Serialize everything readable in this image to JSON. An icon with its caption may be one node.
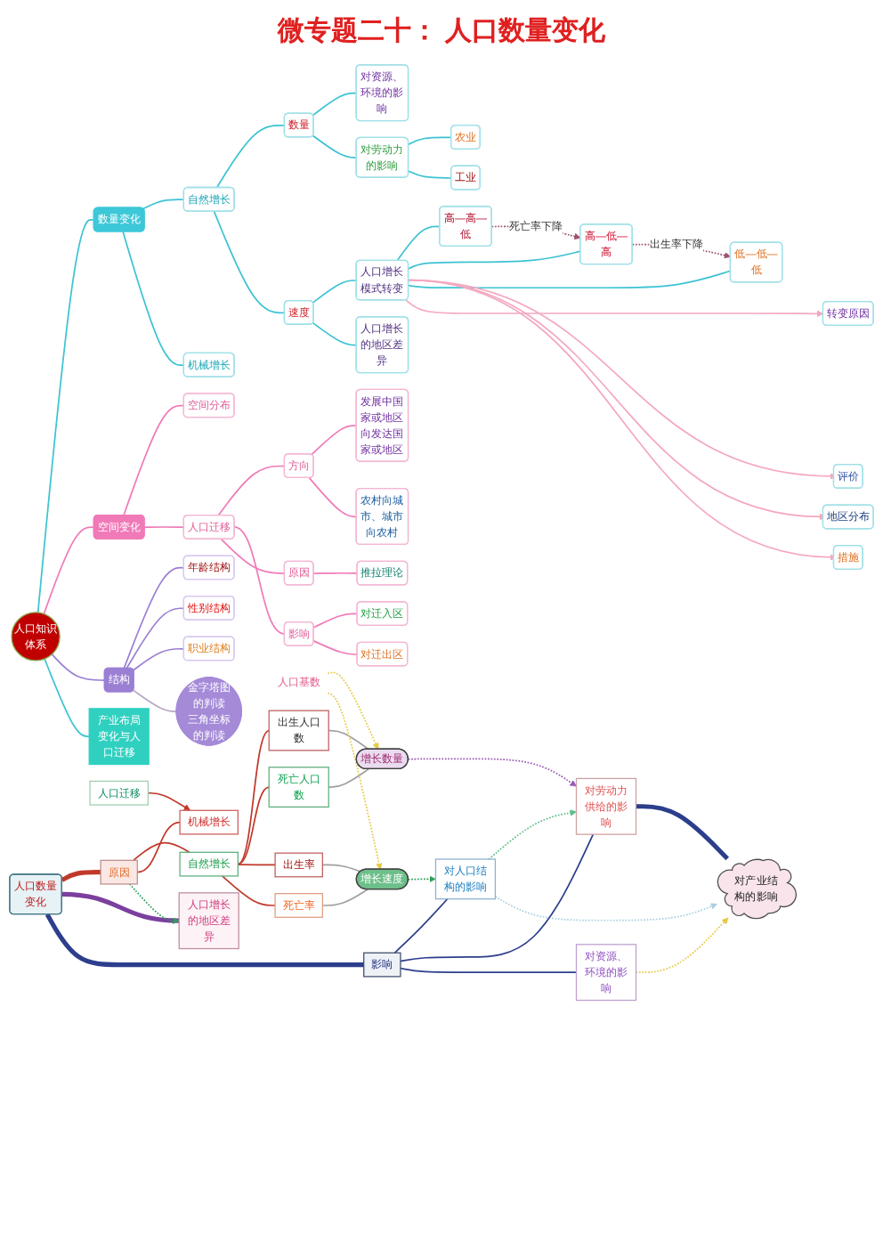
{
  "diagram": {
    "title": "微专题二十： 人口数量变化",
    "nodes": [
      {
        "text": [
          "人口知识体系"
        ]
      },
      {
        "text": [
          "数量变化"
        ]
      },
      {
        "text": [
          "自然增长"
        ]
      },
      {
        "text": [
          "数量"
        ]
      },
      {
        "text": [
          "对资源、环境的影响"
        ]
      },
      {
        "text": [
          "对劳动力的影响"
        ]
      },
      {
        "text": [
          "农业"
        ]
      },
      {
        "text": [
          "工业"
        ]
      },
      {
        "text": [
          "速度"
        ]
      },
      {
        "text": [
          "人口增长模式转变"
        ]
      },
      {
        "text": [
          "高—高—低"
        ]
      },
      {
        "text": [
          "高—低—高"
        ]
      },
      {
        "text": [
          "低—低—低"
        ]
      },
      {
        "text": [
          "转变原因"
        ]
      },
      {
        "text": [
          "评价"
        ]
      },
      {
        "text": [
          "地区分布"
        ]
      },
      {
        "text": [
          "措施"
        ]
      },
      {
        "text": [
          "人口增长的地区差异"
        ]
      },
      {
        "text": [
          "机械增长"
        ]
      },
      {
        "text": [
          "空间变化"
        ]
      },
      {
        "text": [
          "空间分布"
        ]
      },
      {
        "text": [
          "人口迁移"
        ]
      },
      {
        "text": [
          "方向"
        ]
      },
      {
        "text": [
          "发展中国家或地区向发达国家或地区"
        ]
      },
      {
        "text": [
          "农村向城市、城市向农村"
        ]
      },
      {
        "text": [
          "原因"
        ]
      },
      {
        "text": [
          "推拉理论"
        ]
      },
      {
        "text": [
          "影响"
        ]
      },
      {
        "text": [
          "对迁入区"
        ]
      },
      {
        "text": [
          "对迁出区"
        ]
      },
      {
        "text": [
          "结构"
        ]
      },
      {
        "text": [
          "年龄结构"
        ]
      },
      {
        "text": [
          "性别结构"
        ]
      },
      {
        "text": [
          "职业结构"
        ]
      },
      {
        "text": [
          "金字塔图的判读",
          "三角坐标的判读"
        ]
      },
      {
        "text": [
          "产业布局变化与人口迁移"
        ]
      },
      {
        "text": [
          "人口增长的地区差异"
        ]
      },
      {
        "text": [
          "人口数量变化"
        ]
      },
      {
        "text": [
          "原因"
        ]
      },
      {
        "text": [
          "自然增长"
        ]
      },
      {
        "text": [
          "出生人口数"
        ]
      },
      {
        "text": [
          "死亡人口数"
        ]
      },
      {
        "text": [
          "出生率"
        ]
      },
      {
        "text": [
          "死亡率"
        ]
      },
      {
        "text": [
          "增长数量"
        ]
      },
      {
        "text": [
          "增长速度"
        ]
      },
      {
        "text": [
          "人口基数"
        ]
      },
      {
        "text": [
          "机械增长"
        ]
      },
      {
        "text": [
          "人口迁移"
        ]
      },
      {
        "text": [
          "影响"
        ]
      },
      {
        "text": [
          "对人口结构的影响"
        ]
      },
      {
        "text": [
          "对劳动力供给的影响"
        ]
      },
      {
        "text": [
          "对产业结构的影响"
        ]
      },
      {
        "text": [
          "对资源、环境的影响"
        ]
      }
    ],
    "edges": [
      {
        "from": 0,
        "to": 1,
        "arrow": "none"
      },
      {
        "from": 1,
        "to": 2,
        "arrow": "none"
      },
      {
        "from": 2,
        "to": 3,
        "arrow": "none"
      },
      {
        "from": 3,
        "to": 4,
        "arrow": "none"
      },
      {
        "from": 3,
        "to": 5,
        "arrow": "none"
      },
      {
        "from": 5,
        "to": 6,
        "arrow": "none"
      },
      {
        "from": 5,
        "to": 7,
        "arrow": "none"
      },
      {
        "from": 2,
        "to": 8,
        "arrow": "none"
      },
      {
        "from": 8,
        "to": 9,
        "arrow": "none"
      },
      {
        "from": 9,
        "to": 10,
        "arrow": "none"
      },
      {
        "from": 9,
        "to": 11,
        "arrow": "none"
      },
      {
        "from": 9,
        "to": 12,
        "arrow": "none"
      },
      {
        "from": 10,
        "to": 11,
        "arrow": "to",
        "label": "死亡率下降",
        "style": "dashed",
        "color": "#a05070"
      },
      {
        "from": 11,
        "to": 12,
        "arrow": "to",
        "label": "出生率下降",
        "style": "dashed",
        "color": "#a05070"
      },
      {
        "from": 9,
        "to": 13,
        "arrow": "to",
        "color": "#f4a8c0"
      },
      {
        "from": 9,
        "to": 14,
        "arrow": "to",
        "color": "#f4a8c0"
      },
      {
        "from": 9,
        "to": 15,
        "arrow": "to",
        "color": "#f4a8c0"
      },
      {
        "from": 9,
        "to": 16,
        "arrow": "to",
        "color": "#f4a8c0"
      },
      {
        "from": 8,
        "to": 17,
        "arrow": "none"
      },
      {
        "from": 1,
        "to": 18,
        "arrow": "none"
      },
      {
        "from": 0,
        "to": 19,
        "arrow": "none",
        "color": "#f07ab8"
      },
      {
        "from": 19,
        "to": 20,
        "arrow": "none",
        "color": "#f07ab8"
      },
      {
        "from": 19,
        "to": 21,
        "arrow": "none",
        "color": "#f07ab8"
      },
      {
        "from": 21,
        "to": 22,
        "arrow": "none",
        "color": "#f07ab8"
      },
      {
        "from": 22,
        "to": 23,
        "arrow": "none",
        "color": "#f07ab8"
      },
      {
        "from": 22,
        "to": 24,
        "arrow": "none",
        "color": "#f07ab8"
      },
      {
        "from": 21,
        "to": 25,
        "arrow": "none",
        "color": "#f07ab8"
      },
      {
        "from": 25,
        "to": 26,
        "arrow": "none",
        "color": "#f07ab8"
      },
      {
        "from": 21,
        "to": 27,
        "arrow": "none",
        "color": "#f07ab8"
      },
      {
        "from": 27,
        "to": 28,
        "arrow": "none",
        "color": "#f07ab8"
      },
      {
        "from": 27,
        "to": 29,
        "arrow": "none",
        "color": "#f07ab8"
      },
      {
        "from": 0,
        "to": 30,
        "arrow": "none",
        "color": "#9b7fd4"
      },
      {
        "from": 30,
        "to": 31,
        "arrow": "none",
        "color": "#9b7fd4"
      },
      {
        "from": 30,
        "to": 32,
        "arrow": "none",
        "color": "#9b7fd4"
      },
      {
        "from": 30,
        "to": 33,
        "arrow": "none",
        "color": "#9b7fd4"
      },
      {
        "from": 30,
        "to": 34,
        "arrow": "none",
        "color": "#b8a8c8"
      },
      {
        "from": 0,
        "to": 35,
        "arrow": "none"
      },
      {
        "from": 37,
        "to": 36,
        "arrow": "none",
        "style": "thick",
        "color": "#7b3f9e"
      },
      {
        "from": 37,
        "to": 38,
        "arrow": "none",
        "style": "thick",
        "color": "#c0392b"
      },
      {
        "from": 37,
        "to": 49,
        "arrow": "none",
        "style": "thick",
        "color": "#2c3e8c"
      },
      {
        "from": 38,
        "to": 39,
        "arrow": "none",
        "color": "#c0392b"
      },
      {
        "from": 39,
        "to": 40,
        "arrow": "none",
        "color": "#c0392b"
      },
      {
        "from": 39,
        "to": 41,
        "arrow": "none",
        "color": "#c0392b"
      },
      {
        "from": 39,
        "to": 42,
        "arrow": "none",
        "color": "#c0392b"
      },
      {
        "from": 39,
        "to": 43,
        "arrow": "none",
        "color": "#c0392b"
      },
      {
        "from": 38,
        "to": 47,
        "arrow": "none",
        "color": "#c0392b"
      },
      {
        "from": 48,
        "to": 47,
        "arrow": "to",
        "color": "#c0392b"
      },
      {
        "from": 40,
        "to": 44,
        "arrow": "none",
        "color": "#a0a0a0"
      },
      {
        "from": 41,
        "to": 44,
        "arrow": "none",
        "color": "#a0a0a0"
      },
      {
        "from": 42,
        "to": 45,
        "arrow": "none",
        "color": "#a0a0a0"
      },
      {
        "from": 43,
        "to": 45,
        "arrow": "none",
        "color": "#a0a0a0"
      },
      {
        "from": 46,
        "to": 44,
        "arrow": "to",
        "style": "dashed",
        "color": "#e8c840"
      },
      {
        "from": 46,
        "to": 45,
        "arrow": "to",
        "style": "dashed",
        "color": "#e8c840"
      },
      {
        "from": 38,
        "to": 36,
        "arrow": "to",
        "style": "dashed",
        "color": "#2e9e5a"
      },
      {
        "from": 45,
        "to": 50,
        "arrow": "to",
        "style": "dashed",
        "color": "#2e9e5a"
      },
      {
        "from": 44,
        "to": 51,
        "arrow": "to",
        "style": "dashed",
        "color": "#9b59b6"
      },
      {
        "from": 50,
        "to": 51,
        "arrow": "to",
        "style": "dashed",
        "color": "#5fbf8a"
      },
      {
        "from": 50,
        "to": 52,
        "arrow": "to",
        "style": "dashed",
        "color": "#a8d0e0"
      },
      {
        "from": 53,
        "to": 52,
        "arrow": "to",
        "style": "dashed",
        "color": "#e8c840"
      },
      {
        "from": 49,
        "to": 50,
        "arrow": "none",
        "color": "#2c3e8c"
      },
      {
        "from": 49,
        "to": 51,
        "arrow": "none",
        "color": "#2c3e8c"
      },
      {
        "from": 49,
        "to": 53,
        "arrow": "none",
        "color": "#2c3e8c"
      },
      {
        "from": 51,
        "to": 52,
        "arrow": "none",
        "style": "thick",
        "color": "#2c3e8c"
      }
    ]
  }
}
